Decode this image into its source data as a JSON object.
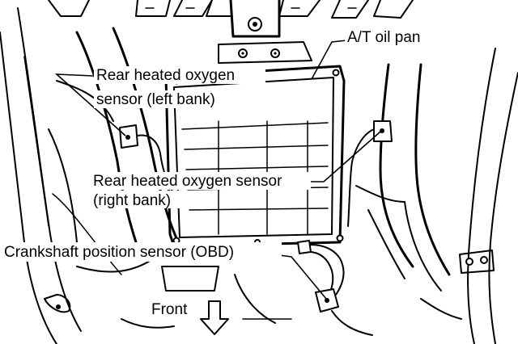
{
  "labels": {
    "at_oil_pan": "A/T oil pan",
    "rear_o2_left_line1": "Rear heated oxygen",
    "rear_o2_left_line2": "sensor (left bank)",
    "rear_o2_right_line1": "Rear heated oxygen sensor",
    "rear_o2_right_line2": "(right bank)",
    "crankshaft_sensor": "Crankshaft position sensor (OBD)",
    "front": "Front"
  },
  "colors": {
    "ink": "#000000",
    "paper": "#ffffff"
  }
}
